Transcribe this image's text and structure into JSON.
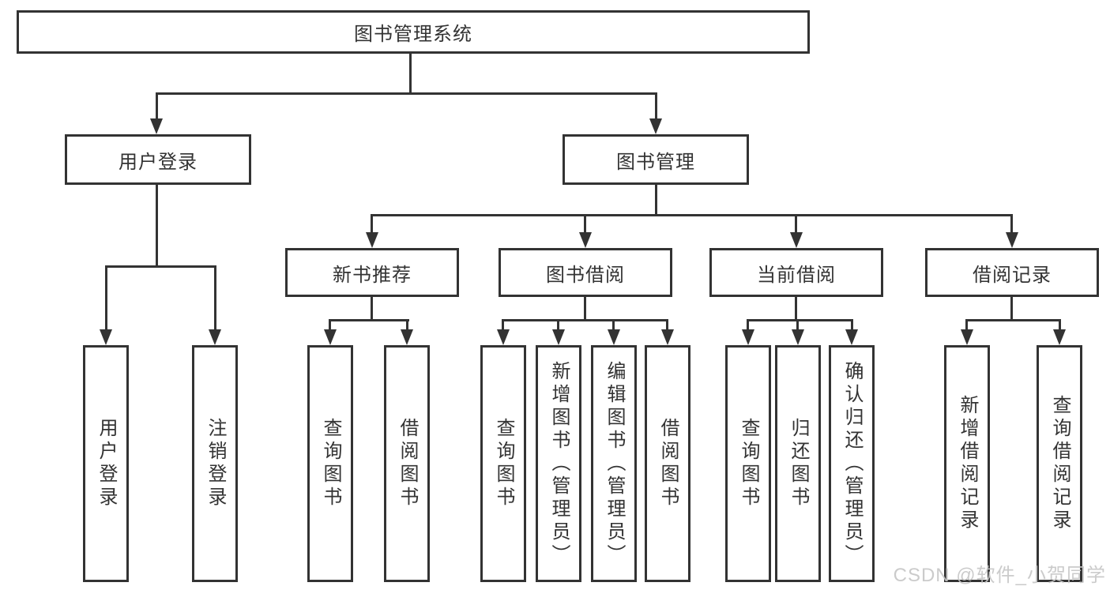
{
  "colors": {
    "line": "#333333",
    "text": "#333333",
    "background": "#ffffff",
    "watermark": "#c6c6c6"
  },
  "watermark": {
    "text": "CSDN @软件_小贺同学"
  },
  "tree": {
    "label": "图书管理系统",
    "children": [
      {
        "label": "用户登录",
        "children": [
          {
            "label": "用户登录"
          },
          {
            "label": "注销登录"
          }
        ]
      },
      {
        "label": "图书管理",
        "children": [
          {
            "label": "新书推荐",
            "children": [
              {
                "label": "查询图书"
              },
              {
                "label": "借阅图书"
              }
            ]
          },
          {
            "label": "图书借阅",
            "children": [
              {
                "label": "查询图书"
              },
              {
                "label": "新增图书（管理员）"
              },
              {
                "label": "编辑图书（管理员）"
              },
              {
                "label": "借阅图书"
              }
            ]
          },
          {
            "label": "当前借阅",
            "children": [
              {
                "label": "查询图书"
              },
              {
                "label": "归还图书"
              },
              {
                "label": "确认归还（管理员）"
              }
            ]
          },
          {
            "label": "借阅记录",
            "children": [
              {
                "label": "新增借阅记录"
              },
              {
                "label": "查询借阅记录"
              }
            ]
          }
        ]
      }
    ]
  }
}
